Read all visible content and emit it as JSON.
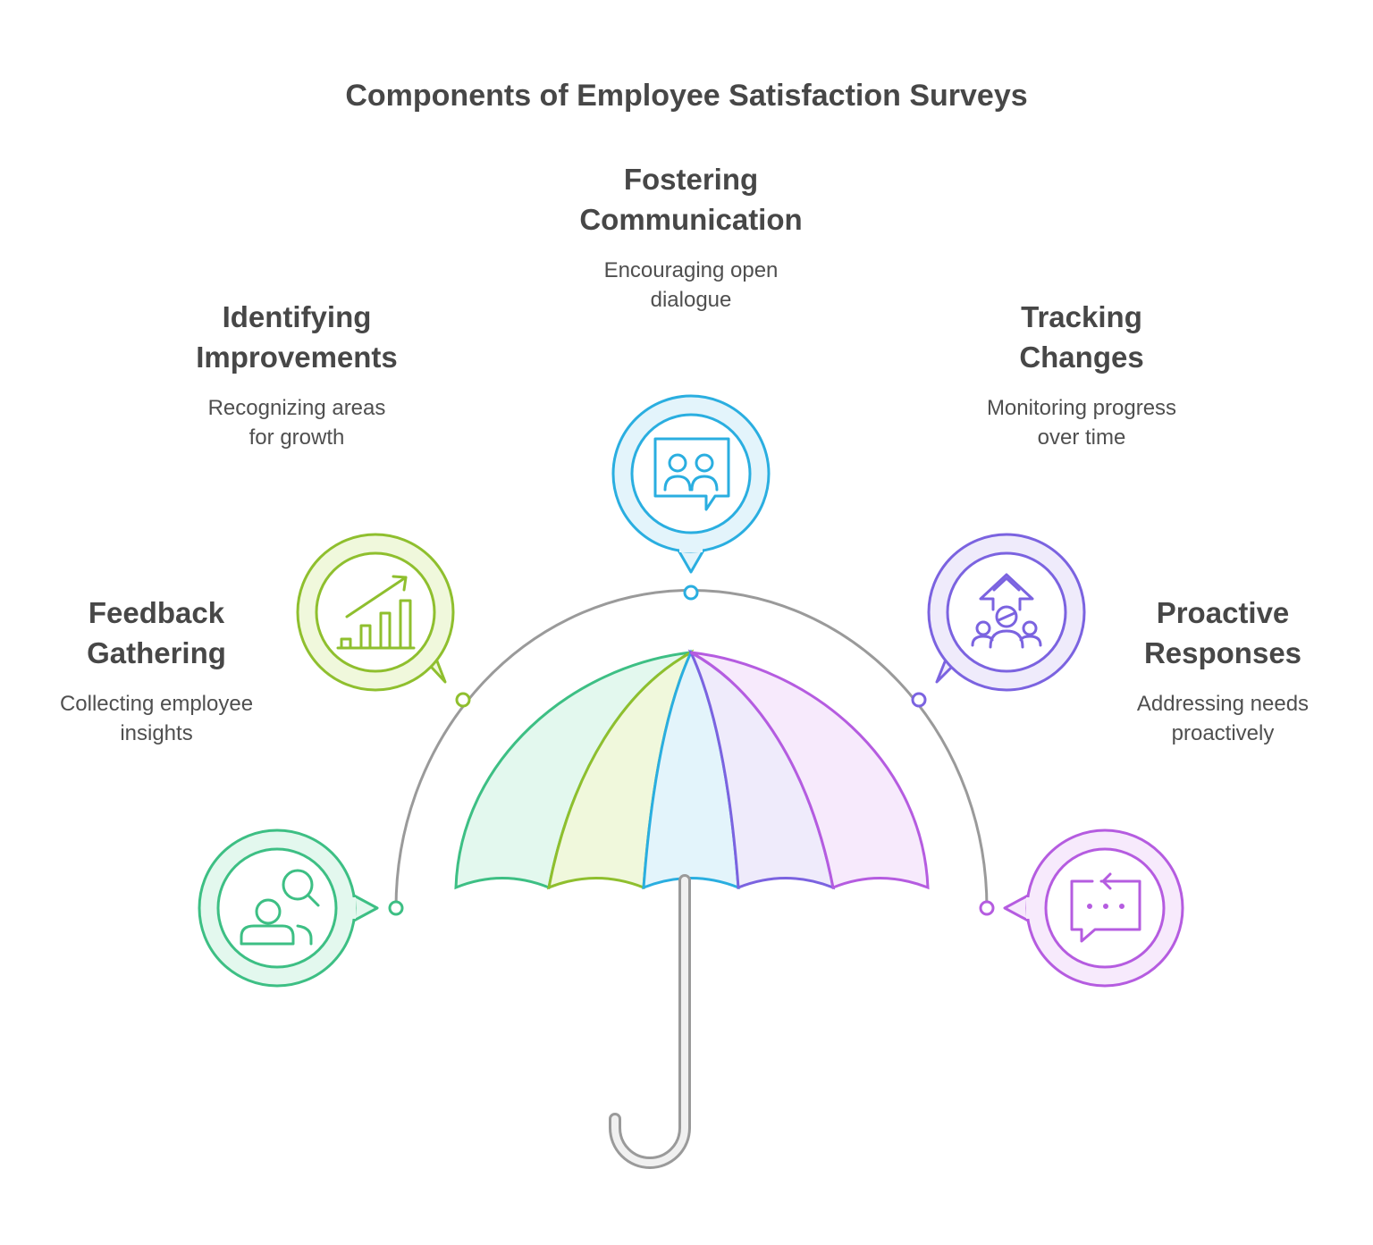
{
  "title": "Components of Employee Satisfaction Surveys",
  "items": [
    {
      "heading_lines": [
        "Feedback",
        "Gathering"
      ],
      "desc_lines": [
        "Collecting employee",
        "insights"
      ],
      "color": "#3dbf84",
      "fill": "#e3f8ee",
      "icon": "user-search-icon"
    },
    {
      "heading_lines": [
        "Identifying",
        "Improvements"
      ],
      "desc_lines": [
        "Recognizing areas",
        "for growth"
      ],
      "color": "#8fbf2e",
      "fill": "#f0f8dc",
      "icon": "bar-chart-growth-icon"
    },
    {
      "heading_lines": [
        "Fostering",
        "Communication"
      ],
      "desc_lines": [
        "Encouraging open",
        "dialogue"
      ],
      "color": "#2aaee0",
      "fill": "#e3f4fb",
      "icon": "chat-people-icon"
    },
    {
      "heading_lines": [
        "Tracking",
        "Changes"
      ],
      "desc_lines": [
        "Monitoring progress",
        "over time"
      ],
      "color": "#7b63e0",
      "fill": "#efebfb",
      "icon": "team-progress-icon"
    },
    {
      "heading_lines": [
        "Proactive",
        "Responses"
      ],
      "desc_lines": [
        "Addressing needs",
        "proactively"
      ],
      "color": "#b55ce0",
      "fill": "#f7eafc",
      "icon": "message-refresh-icon"
    }
  ]
}
